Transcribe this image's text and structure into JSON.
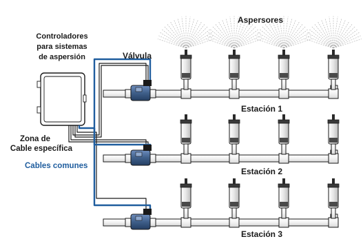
{
  "labels": {
    "controller_line1": "Controladores",
    "controller_line2": "para sistemas",
    "controller_line3": "de aspersión",
    "sprinklers": "Aspersores",
    "valve": "Válvula",
    "zone_line1": "Zona de",
    "zone_line2": "Cable específica",
    "common_wires": "Cables comunes",
    "station1": "Estación 1",
    "station2": "Estación 2",
    "station3": "Estación 3"
  },
  "colors": {
    "pipe_stroke": "#1a1a1a",
    "common_wire": "#1f5d9e",
    "zone_wire": "#1a1a1a",
    "valve_body": "#3f5f8a",
    "spray": "#b8b8b8"
  }
}
